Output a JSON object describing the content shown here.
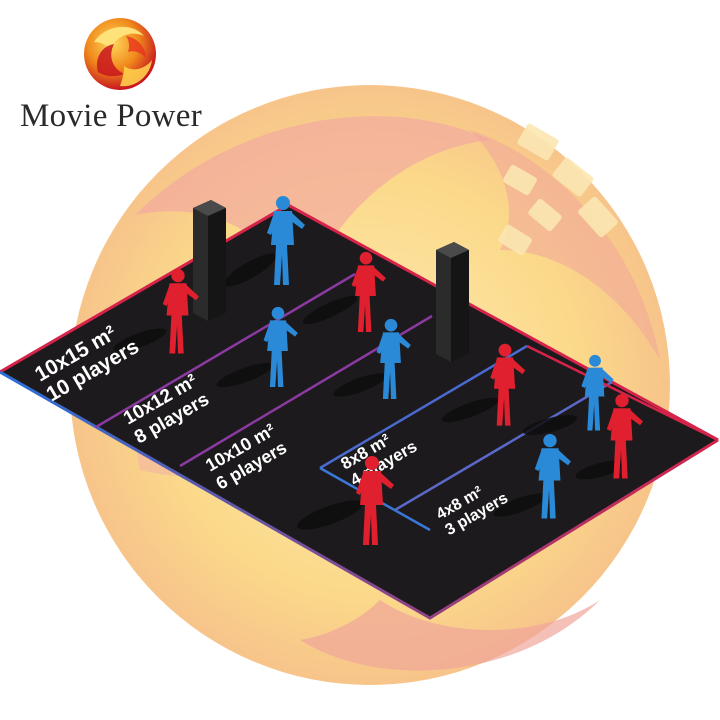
{
  "brand": {
    "name": "Movie Power",
    "logo_icon": "swirl-logo-icon",
    "colors": {
      "red": "#d81e2c",
      "orange": "#f4a01f",
      "yellow": "#fbd46b"
    }
  },
  "zones": [
    {
      "size": "10x15 m²",
      "players": "10 players"
    },
    {
      "size": "10x12 m²",
      "players": "8 players"
    },
    {
      "size": "10x10 m²",
      "players": "6 players"
    },
    {
      "size": "8x8 m²",
      "players": "4 players"
    },
    {
      "size": "4x8 m²",
      "players": "3 players"
    }
  ],
  "colors": {
    "floor": "#1c1a1c",
    "border_red": "#d5234a",
    "border_blue": "#2a6fd6",
    "player_red": "#e0202e",
    "player_blue": "#2b8ad8",
    "pillar": "#2b2b2b"
  }
}
